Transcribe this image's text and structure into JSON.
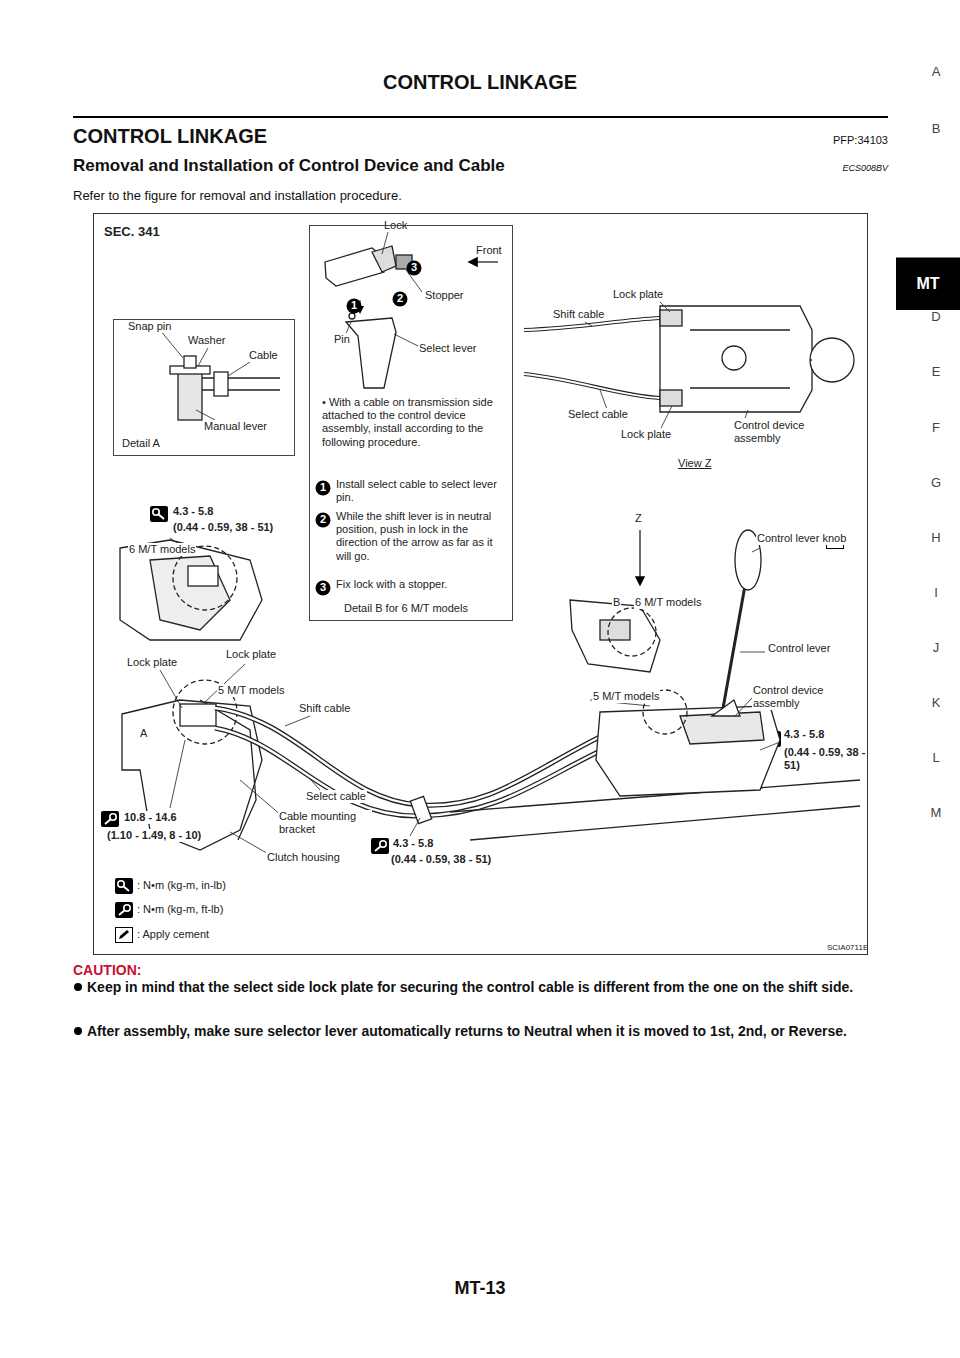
{
  "diagram": {
    "title": "CONTROL LINKAGE",
    "nodes": [
      {
        "text": [
          "SEC. 341"
        ]
      },
      {
        "text": [
          "Detail A"
        ],
        "in": 0
      },
      {
        "text": [
          "• With a cable on transmission side attached to the control device assembly, install according to the following procedure.",
          "Install select cable to select lever pin.",
          "While the shift lever is in neutral position, push in lock in the direction of the arrow as far as it will go.",
          "Fix lock with a stopper.",
          "Detail B for 6 M/T models"
        ],
        "in": 0
      },
      {
        "text": [
          "1"
        ],
        "in": 2
      },
      {
        "text": [
          "2"
        ],
        "in": 2
      },
      {
        "text": [
          "3"
        ],
        "in": 2
      },
      {
        "text": [
          "1"
        ],
        "in": 2
      },
      {
        "text": [
          "2"
        ],
        "in": 2
      },
      {
        "text": [
          "3"
        ],
        "in": 2
      },
      {
        "text": [
          "MT"
        ]
      }
    ],
    "labels": [
      "CONTROL LINKAGE",
      "PFP:34103",
      "Removal and Installation of Control Device and Cable",
      "ECS008BV",
      "Refer to the figure for removal and installation procedure.",
      "Lock",
      "Front",
      "Stopper",
      "Pin",
      "Select lever",
      "Lock plate",
      "Shift cable",
      "Select cable",
      "Lock plate",
      "Control device assembly",
      "View Z",
      "Snap pin",
      "Washer",
      "Cable",
      "Manual lever",
      "4.3 - 5.8",
      "(0.44 - 0.59, 38 - 51)",
      "6 M/T models",
      "Z",
      "Control lever knob",
      "B",
      "6 M/T models",
      "Lock plate",
      "Control lever",
      "Lock plate",
      "5 M/T models",
      "Control device assembly",
      "Shift cable",
      "5 M/T models",
      "A",
      "4.3 - 5.8",
      "(0.44 - 0.59, 38 - 51)",
      "Select cable",
      "Cable mounting bracket",
      "10.8 - 14.6",
      "(1.10 - 1.49, 8 - 10)",
      "Clutch housing",
      "4.3 - 5.8",
      "(0.44 - 0.59, 38 - 51)",
      "SCIA0711E",
      "CAUTION:",
      "Keep in mind that the select side lock plate for securing the control cable is different from the one on the shift side.",
      "After assembly, make sure selector lever automatically returns to Neutral when it is moved to 1st, 2nd, or Reverse.",
      "MT-13",
      "A",
      "B",
      "D",
      "E",
      "F",
      "G",
      "H",
      "I",
      "J",
      "K",
      "L",
      "M"
    ],
    "legend": [
      {
        "text": ": N•m (kg-m, in-lb)"
      },
      {
        "text": ": N•m (kg-m, ft-lb)"
      },
      {
        "text": ": Apply cement"
      }
    ]
  }
}
